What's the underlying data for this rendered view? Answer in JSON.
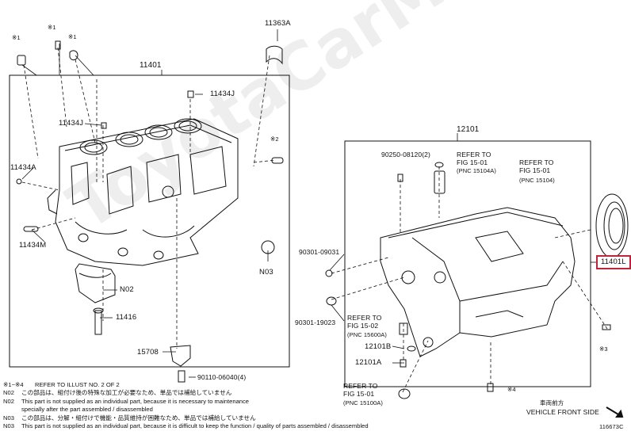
{
  "watermark": "ToyotaCarMine.ru",
  "labels": {
    "block": "11401",
    "bearing_cap_cover": "11363A",
    "plug_j": "11434J",
    "plug_j2": "11434J",
    "plug_a": "11434A",
    "pin_m": "11434M",
    "n03": "N03",
    "n02": "N02",
    "bolt": "11416",
    "bracket": "15708",
    "nut": "90110-06040(4)",
    "pan": "12101",
    "seal": "11401L",
    "dowel": "90250-08120(2)",
    "gasket1": "90301-09031",
    "gasket2": "90301-19023",
    "plug_b": "12101B",
    "plug_a2": "12101A",
    "x1a": "※1",
    "x1b": "※1",
    "x1c": "※1",
    "x2": "※2",
    "x3": "※3",
    "x4": "※4",
    "ref1_a": "REFER TO",
    "ref1_b": "FIG 15-01",
    "ref1_c": "(PNC 15104A)",
    "ref2_a": "REFER TO",
    "ref2_b": "FIG 15-01",
    "ref2_c": "(PNC 15104)",
    "ref3_a": "REFER TO",
    "ref3_b": "FIG 15-02",
    "ref3_c": "(PNC 15600A)",
    "ref4_a": "REFER TO",
    "ref4_b": "FIG 15-01",
    "ref4_c": "(PNC 15100A)",
    "front_jp": "車両前方",
    "front_en": "VEHICLE FRONT SIDE",
    "fig_id": "116673C"
  },
  "notes": [
    {
      "k": "※1~※4",
      "t": "REFER TO ILLUST NO. 2 OF 2"
    },
    {
      "k": "N02",
      "t": "この部品は、組付け後の特殊な加工が必要なため、単品では補給していません"
    },
    {
      "k": "N02",
      "t": "This part is not supplied as an individual part, because it is necessary to maintenance"
    },
    {
      "k": "",
      "t": "specially after the part assembled / disassembled"
    },
    {
      "k": "N03",
      "t": "この部品は、分解・組付けで機能・品質維持が困難なため、単品では補給していません"
    },
    {
      "k": "N03",
      "t": "This part is not supplied as an individual part, because it is difficult to keep the function / quality of parts assembled / disassembled"
    }
  ]
}
